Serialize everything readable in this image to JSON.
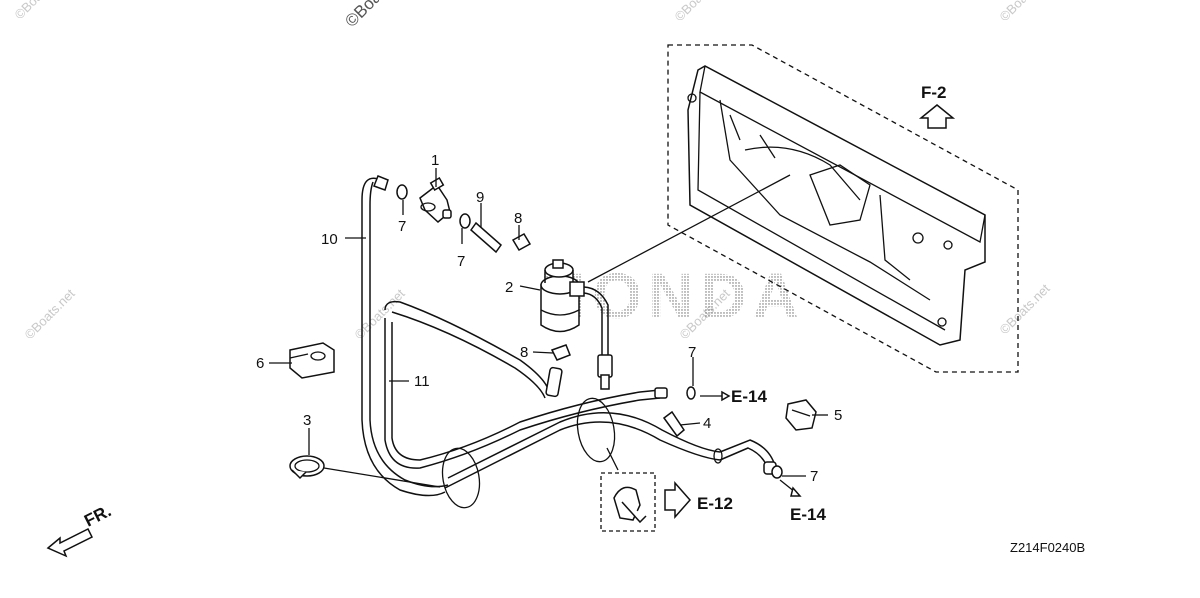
{
  "watermark": {
    "text": "©Boats.net",
    "logo_text": "HONDA"
  },
  "callouts": {
    "p1": "1",
    "p2": "2",
    "p3": "3",
    "p4": "4",
    "p5": "5",
    "p6": "6",
    "p7a": "7",
    "p7b": "7",
    "p7c": "7",
    "p7d": "7",
    "p8a": "8",
    "p8b": "8",
    "p9": "9",
    "p10": "10",
    "p11": "11"
  },
  "references": {
    "f2": "F-2",
    "e14a": "E-14",
    "e14b": "E-14",
    "e12": "E-12"
  },
  "direction_label": "FR.",
  "diagram_code": "Z214F0240B"
}
